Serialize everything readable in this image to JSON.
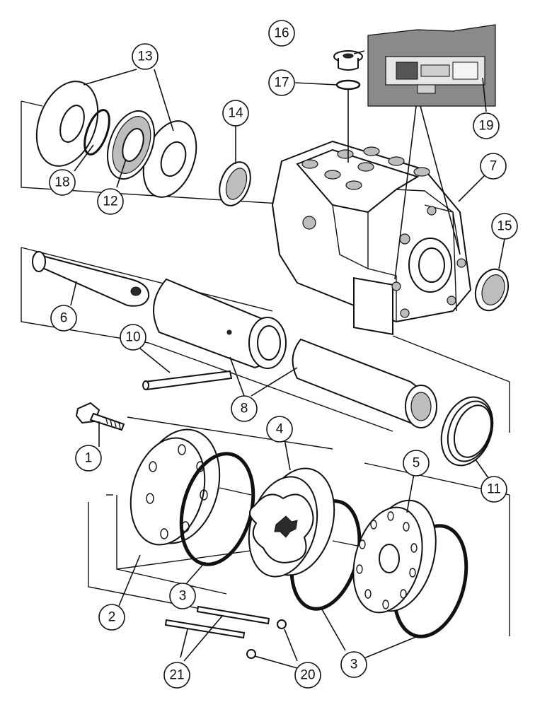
{
  "callouts": [
    {
      "id": "c1",
      "label": "1"
    },
    {
      "id": "c2",
      "label": "2"
    },
    {
      "id": "c3a",
      "label": "3"
    },
    {
      "id": "c3b",
      "label": "3"
    },
    {
      "id": "c4",
      "label": "4"
    },
    {
      "id": "c5",
      "label": "5"
    },
    {
      "id": "c6",
      "label": "6"
    },
    {
      "id": "c7",
      "label": "7"
    },
    {
      "id": "c8",
      "label": "8"
    },
    {
      "id": "c10",
      "label": "10"
    },
    {
      "id": "c11",
      "label": "11"
    },
    {
      "id": "c12",
      "label": "12"
    },
    {
      "id": "c13",
      "label": "13"
    },
    {
      "id": "c14",
      "label": "14"
    },
    {
      "id": "c15",
      "label": "15"
    },
    {
      "id": "c16",
      "label": "16"
    },
    {
      "id": "c17",
      "label": "17"
    },
    {
      "id": "c18",
      "label": "18"
    },
    {
      "id": "c19",
      "label": "19"
    },
    {
      "id": "c20",
      "label": "20"
    },
    {
      "id": "c21",
      "label": "21"
    }
  ]
}
